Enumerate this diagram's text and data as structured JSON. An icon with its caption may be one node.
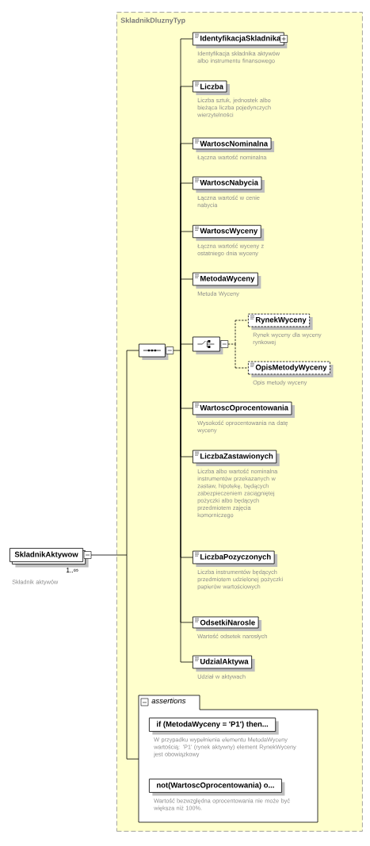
{
  "diagram": {
    "nodes": [
      {
        "text": [
          "SkladnikDluznyTyp"
        ]
      },
      {
        "text": [
          "SkladnikAktywow"
        ],
        "beside": [
          "1..∞",
          "Składnik aktywów"
        ]
      },
      {
        "text": [],
        "shape": "octagon",
        "in": 0
      },
      {
        "text": [
          "IdentyfikacjaSkladnika"
        ],
        "beside": [
          "Identyfikacja składnika aktywów albo instrumentu finansowego"
        ],
        "in": 0
      },
      {
        "text": [
          "Liczba"
        ],
        "beside": [
          "Liczba sztuk, jednostek albo bieżąca liczba pojedynczych wierzytelności"
        ],
        "in": 0
      },
      {
        "text": [
          "WartoscNominalna"
        ],
        "beside": [
          "Łączna wartość nominalna"
        ],
        "in": 0
      },
      {
        "text": [
          "WartoscNabycia"
        ],
        "beside": [
          "Łączna wartość w cenie nabycia"
        ],
        "in": 0
      },
      {
        "text": [
          "WartoscWyceny"
        ],
        "beside": [
          "Łączna wartość wyceny z ostatniego dnia wyceny"
        ],
        "in": 0
      },
      {
        "text": [
          "MetodaWyceny"
        ],
        "beside": [
          "Metoda Wyceny"
        ],
        "in": 0
      },
      {
        "text": [],
        "shape": "octagon",
        "in": 0
      },
      {
        "text": [
          "RynekWyceny"
        ],
        "beside": [
          "Rynek wyceny dla wyceny rynkowej"
        ],
        "in": 0
      },
      {
        "text": [
          "OpisMetodyWyceny"
        ],
        "beside": [
          "Opis metody wyceny"
        ],
        "in": 0
      },
      {
        "text": [
          "WartoscOprocentowania"
        ],
        "beside": [
          "Wysokość oprocentowania na datę wyceny"
        ],
        "in": 0
      },
      {
        "text": [
          "LiczbaZastawionych"
        ],
        "beside": [
          "Liczba albo wartość nominalna instrumentów przekazanych w zastaw, hipotekę, będących zabezpieczeniem zaciągniętej pożyczki albo będących przedmiotem zajęcia komorniczego"
        ],
        "in": 0
      },
      {
        "text": [
          "LiczbaPozyczonych"
        ],
        "beside": [
          "Liczba instrumentów będących przedmiotem udzielonej pożyczki papierów wartościowych"
        ],
        "in": 0
      },
      {
        "text": [
          "OdsetkiNarosle"
        ],
        "beside": [
          "Wartość odsetek narosłych"
        ],
        "in": 0
      },
      {
        "text": [
          "UdzialAktywa"
        ],
        "beside": [
          "Udział w aktywach"
        ],
        "in": 0
      },
      {
        "text": [
          "assertions"
        ],
        "in": 0
      },
      {
        "text": [
          "if (MetodaWyceny = 'P1') then..."
        ],
        "beside": [
          "W przypadku wypełnienia elementu MetodaWyceny wartością: 'P1' (rynek aktywny) element RynekWyceny jest obowiązkowy"
        ],
        "in": 17
      },
      {
        "text": [
          "not(WartoscOprocentowania) o..."
        ],
        "beside": [
          "Wartość bezwzględna oprocentowania nie może być większa niż 100%."
        ],
        "in": 17
      }
    ],
    "edges": [
      {
        "from": 1,
        "to": 2,
        "arrow": "none"
      },
      {
        "from": 1,
        "to": 17,
        "arrow": "none"
      },
      {
        "from": 2,
        "to": 3,
        "arrow": "none"
      },
      {
        "from": 2,
        "to": 4,
        "arrow": "none"
      },
      {
        "from": 2,
        "to": 5,
        "arrow": "none"
      },
      {
        "from": 2,
        "to": 6,
        "arrow": "none"
      },
      {
        "from": 2,
        "to": 7,
        "arrow": "none"
      },
      {
        "from": 2,
        "to": 8,
        "arrow": "none"
      },
      {
        "from": 2,
        "to": 9,
        "arrow": "none"
      },
      {
        "from": 9,
        "to": 10,
        "arrow": "none",
        "style": "dashed"
      },
      {
        "from": 9,
        "to": 11,
        "arrow": "none",
        "style": "dashed"
      },
      {
        "from": 2,
        "to": 12,
        "arrow": "none"
      },
      {
        "from": 2,
        "to": 13,
        "arrow": "none"
      },
      {
        "from": 2,
        "to": 14,
        "arrow": "none"
      },
      {
        "from": 2,
        "to": 15,
        "arrow": "none"
      },
      {
        "from": 2,
        "to": 16,
        "arrow": "none"
      }
    ]
  }
}
